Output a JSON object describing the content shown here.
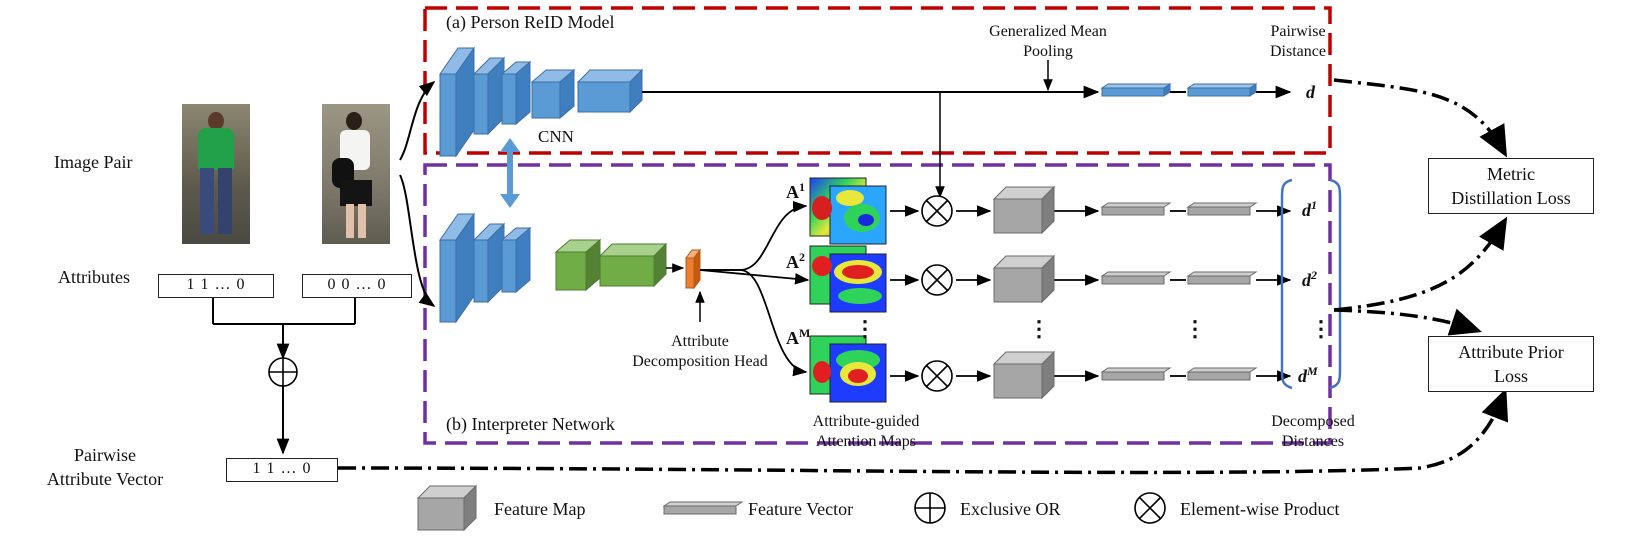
{
  "panel_a": {
    "title": "(a) Person ReID Model",
    "border_color": "#c00000"
  },
  "panel_b": {
    "title": "(b) Interpreter Network",
    "border_color": "#7030a0"
  },
  "left": {
    "image_pair_label": "Image Pair",
    "attributes_label": "Attributes",
    "attr_vector_1": "1  1  …  0",
    "attr_vector_2": "0  0  …  0",
    "pairwise_label_line1": "Pairwise",
    "pairwise_label_line2": "Attribute Vector",
    "pairwise_vector": "1  1  …  0"
  },
  "reid": {
    "cnn_label": "CNN",
    "gem_line1": "Generalized Mean",
    "gem_line2": "Pooling",
    "pairwise_distance_line1": "Pairwise",
    "pairwise_distance_line2": "Distance",
    "d_label": "d"
  },
  "interpreter": {
    "adh_line1": "Attribute",
    "adh_line2": "Decomposition Head",
    "attention_line1": "Attribute-guided",
    "attention_line2": "Attention Maps",
    "decomposed_line1": "Decomposed",
    "decomposed_line2": "Distances",
    "a_base": "A",
    "a_sups": [
      "1",
      "2",
      "M"
    ],
    "d_base": "d",
    "d_sups": [
      "1",
      "2",
      "M"
    ],
    "vdots": "⋮"
  },
  "losses": {
    "metric_line1": "Metric",
    "metric_line2": "Distillation Loss",
    "prior_line1": "Attribute Prior",
    "prior_line2": "Loss"
  },
  "legend": {
    "feature_map": "Feature Map",
    "feature_vector": "Feature Vector",
    "xor": "Exclusive OR",
    "product": "Element-wise Product"
  },
  "colors": {
    "cnn_blue": "#5b9bd5",
    "green_block": "#70ad47",
    "orange_head": "#ed7d31",
    "gray_block": "#a6a6a6",
    "feature_vector_blue": "#4f8fd0"
  },
  "icons": [
    "xor-icon",
    "element-wise-product-icon",
    "bidirectional-arrow-icon"
  ]
}
